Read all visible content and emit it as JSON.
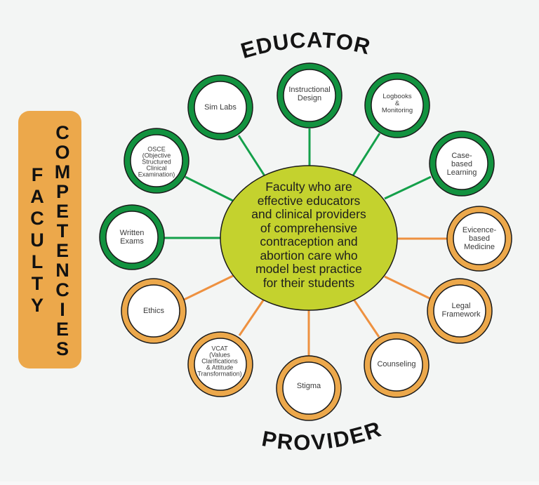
{
  "side_label": {
    "word1": "FACULTY",
    "word2": "COMPETENCIES",
    "color": "#eca84b"
  },
  "arc_titles": {
    "top": "EDUCATOR",
    "bottom": "PROVIDER"
  },
  "center": {
    "text_lines": [
      "Faculty who are",
      "effective educators",
      "and clinical providers",
      "of comprehensive",
      "contraception and",
      "abortion care who",
      "model best practice",
      "for their students"
    ],
    "fill": "#c4d22e"
  },
  "colors": {
    "educator_ring": "#12923f",
    "provider_ring": "#eca84b",
    "educator_line": "#14a04a",
    "provider_line": "#ee9140",
    "outline": "#1a1a1a",
    "background": "#f3f5f4"
  },
  "educator_nodes": [
    {
      "id": "instructional-design",
      "lines": [
        "Instructional",
        "Design"
      ]
    },
    {
      "id": "sim-labs",
      "lines": [
        "Sim Labs"
      ]
    },
    {
      "id": "logbooks-monitoring",
      "lines": [
        "Logbooks",
        "&",
        "Monitoring"
      ]
    },
    {
      "id": "osce",
      "lines": [
        "OSCE",
        "(Objective",
        "Structured",
        "Clinical",
        "Examination)"
      ]
    },
    {
      "id": "case-based-learning",
      "lines": [
        "Case-",
        "based",
        "Learning"
      ]
    },
    {
      "id": "written-exams",
      "lines": [
        "Written",
        "Exams"
      ]
    }
  ],
  "provider_nodes": [
    {
      "id": "evidence-based-medicine",
      "lines": [
        "Evicence-",
        "based",
        "Medicine"
      ]
    },
    {
      "id": "ethics",
      "lines": [
        "Ethics"
      ]
    },
    {
      "id": "legal-framework",
      "lines": [
        "Legal",
        "Framework"
      ]
    },
    {
      "id": "vcat",
      "lines": [
        "VCAT",
        "(Values",
        "Clarifications",
        "& Attitude",
        "Transformation)"
      ]
    },
    {
      "id": "counseling",
      "lines": [
        "Counseling"
      ]
    },
    {
      "id": "stigma",
      "lines": [
        "Stigma"
      ]
    }
  ]
}
